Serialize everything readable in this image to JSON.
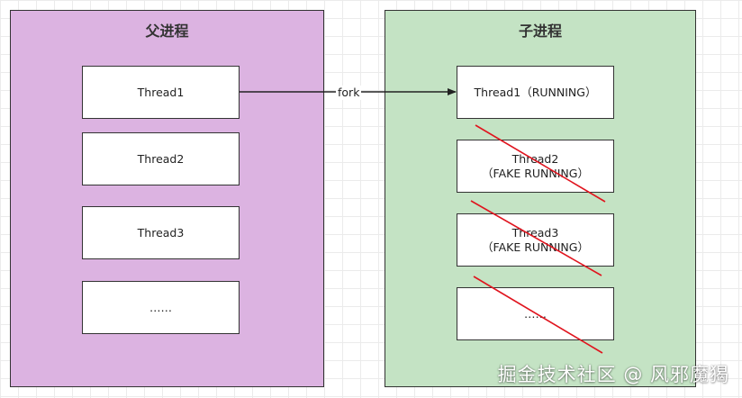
{
  "colors": {
    "parent_fill": "#dcb3e1",
    "child_fill": "#c4e3c4",
    "strike": "#e0141e"
  },
  "parent": {
    "title": "父进程",
    "threads": [
      "Thread1",
      "Thread2",
      "Thread3",
      "……"
    ]
  },
  "child": {
    "title": "子进程",
    "threads": [
      "Thread1（RUNNING）",
      "Thread2\n（FAKE RUNNING）",
      "Thread3\n（FAKE RUNNING）",
      "……"
    ]
  },
  "edge": {
    "label": "fork"
  },
  "watermark": "掘金技术社区 @ 风邪魔猲"
}
